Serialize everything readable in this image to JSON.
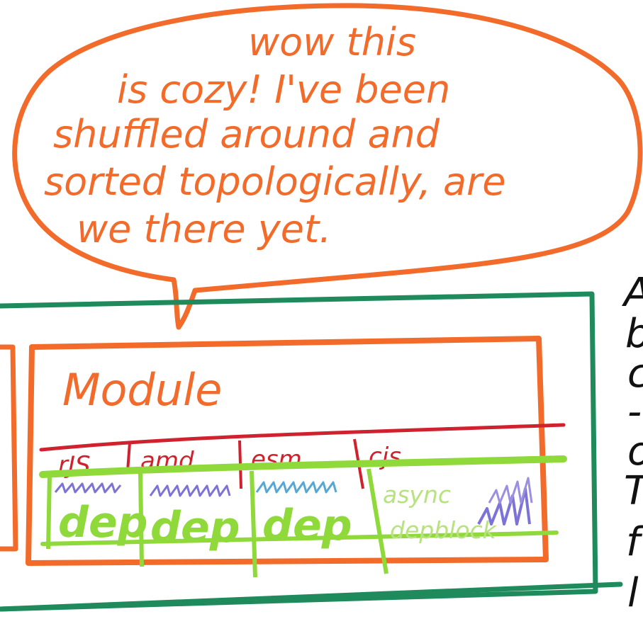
{
  "speech_bubble": {
    "lines": [
      "wow this",
      "is cozy! I've been",
      "shuffled around and",
      "sorted topologically, are",
      "we there yet."
    ]
  },
  "module": {
    "title": "Module"
  },
  "dependency_tabs": [
    {
      "label": "rJS",
      "content": "dep"
    },
    {
      "label": "amd",
      "content": "dep"
    },
    {
      "label": "esm",
      "content": "dep"
    },
    {
      "label": "cjs",
      "content": "async depblock"
    }
  ],
  "async_block": {
    "line1": "async",
    "line2": "depblock"
  },
  "right_margin_text": [
    "A",
    "b",
    "c",
    "-",
    "o",
    "T",
    "f",
    "l"
  ],
  "colors": {
    "bubble": "#f26b2a",
    "outer_box": "#1f8a5c",
    "module_box": "#f26b2a",
    "tab_line": "#d0222e",
    "dep_green": "#8fd93a",
    "async_green": "#b7e27f",
    "scribble_purple": "#7d73d6",
    "scribble_blue": "#55a8d6"
  }
}
